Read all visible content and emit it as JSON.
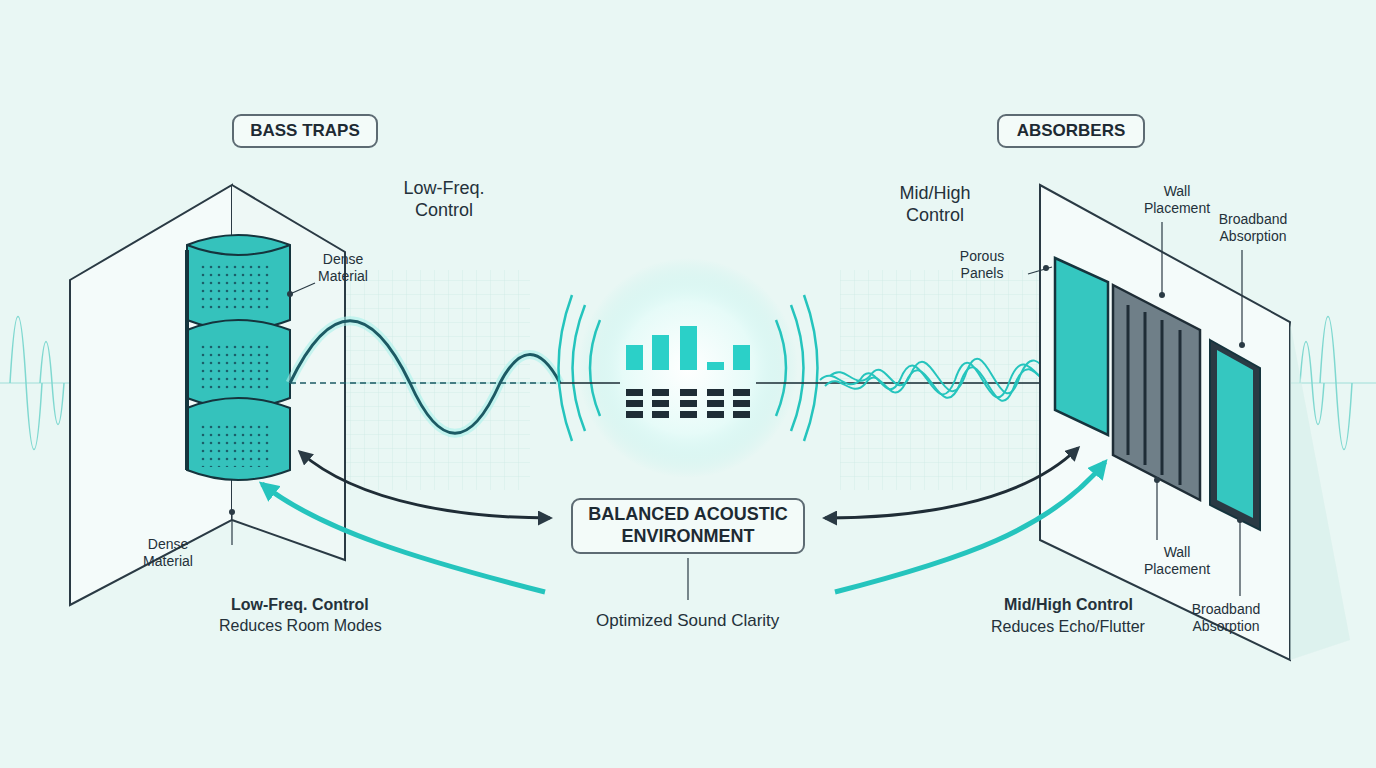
{
  "diagram": {
    "nodes": [
      {
        "text": [
          "BASS TRAPS"
        ]
      },
      {
        "text": [
          "ABSORBERS"
        ]
      },
      {
        "text": [
          "BALANCED ACOUSTIC ENVIRONMENT"
        ]
      }
    ],
    "labels": [
      "Low-Freq. Control",
      "Dense Material",
      "Dense Material",
      "Mid/High Control",
      "Wall Placement",
      "Porous Panels",
      "Broadband Absorption",
      "Optimized Sound Clarity",
      "Low-Freq. Control",
      "Reduces Room Modes",
      "Mid/High Control",
      "Reduces Echo/Flutter",
      "Wall Placement",
      "Broadband Absorption"
    ]
  }
}
